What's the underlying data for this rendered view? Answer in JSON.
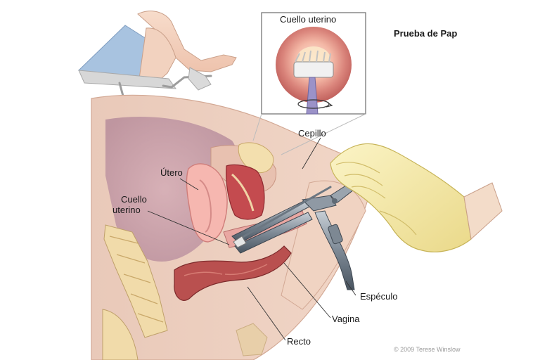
{
  "title": "Prueba de Pap",
  "inset_label": "Cuello uterino",
  "labels": {
    "brush": "Cepillo",
    "uterus": "Útero",
    "cervix_line1": "Cuello",
    "cervix_line2": "uterino",
    "speculum": "Espéculo",
    "vagina": "Vagina",
    "rectum": "Recto"
  },
  "copyright": "© 2009 Terese Winslow"
}
